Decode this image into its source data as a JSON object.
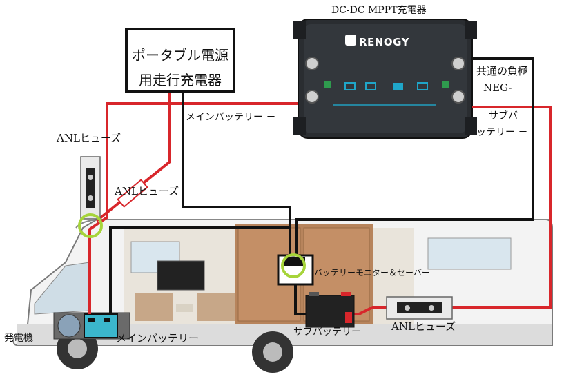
{
  "title": "DC-DC MPPT充電器",
  "brand": "RENOGY",
  "portable_charger": {
    "line1": "ポータブル電源",
    "line2": "用走行充電器"
  },
  "labels": {
    "anl_fuse_top": "ANLヒューズ",
    "anl_fuse_diagonal": "ANLヒューズ",
    "main_battery_plus": "メインバッテリー ＋",
    "common_neg_line1": "共通の負極",
    "common_neg_line2": "NEG-",
    "sub_battery_plus_line1": "サブバ",
    "sub_battery_plus_line2": "ッテリー ＋",
    "battery_monitor": "バッテリーモニター＆セーバー",
    "anl_fuse_bottom": "ANLヒューズ",
    "sub_battery": "サブバッテリー",
    "generator": "発電機",
    "main_battery": "メインバッテリー"
  },
  "colors": {
    "wire_red": "#d8262b",
    "wire_black": "#111111",
    "highlight_ring": "#a6d43a",
    "charger_body": "#2a2d31",
    "charger_accent": "#1fa6c9"
  }
}
